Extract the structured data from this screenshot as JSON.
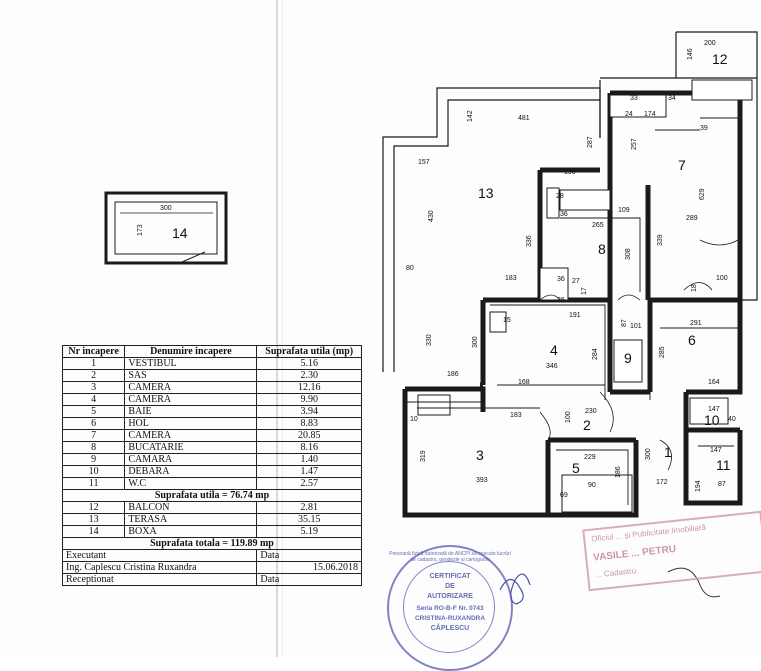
{
  "plan": {
    "rooms": [
      {
        "num": "1"
      },
      {
        "num": "2"
      },
      {
        "num": "3"
      },
      {
        "num": "4"
      },
      {
        "num": "5"
      },
      {
        "num": "6"
      },
      {
        "num": "7"
      },
      {
        "num": "8"
      },
      {
        "num": "9"
      },
      {
        "num": "10"
      },
      {
        "num": "11"
      },
      {
        "num": "12"
      },
      {
        "num": "13"
      },
      {
        "num": "14"
      }
    ],
    "dimensions": {
      "d481": "481",
      "d142": "142",
      "d257": "257",
      "d287": "287",
      "d157": "157",
      "d430": "430",
      "d80": "80",
      "d330": "330",
      "d190": "190",
      "d265": "265",
      "d109": "109",
      "d336": "336",
      "d308": "308",
      "d339": "339",
      "d183": "183",
      "d36": "36",
      "d26": "26",
      "d17": "17",
      "d191": "191",
      "d300": "300",
      "d346": "346",
      "d284": "284",
      "d168": "168",
      "d186": "186",
      "d101": "101",
      "d87": "87",
      "d285": "285",
      "d291": "291",
      "d164": "164",
      "d629": "629",
      "d289": "289",
      "d100": "100",
      "d18": "18",
      "d200": "200",
      "d146": "146",
      "d174": "174",
      "d24": "24",
      "d33": "33",
      "d34": "34",
      "d39": "39",
      "d319": "319",
      "d393": "393",
      "d183b": "183",
      "d100b": "100",
      "d230": "230",
      "d229": "229",
      "d186b": "186",
      "d90": "90",
      "d69": "69",
      "d300b": "300",
      "d172": "172",
      "d147": "147",
      "d40": "40",
      "d147b": "147",
      "d194": "194",
      "d87b": "87",
      "d10": "10",
      "d15": "15",
      "d300c": "300",
      "d173": "173",
      "d28": "28",
      "d27": "27",
      "d36b": "36"
    }
  },
  "table": {
    "headers": {
      "nr": "Nr incapere",
      "name": "Denumire incapere",
      "area": "Suprafata utila (mp)"
    },
    "rows": [
      {
        "nr": "1",
        "name": "VESTIBUL",
        "area": "5.16"
      },
      {
        "nr": "2",
        "name": "SAS",
        "area": "2.30"
      },
      {
        "nr": "3",
        "name": "CAMERA",
        "area": "12.16"
      },
      {
        "nr": "4",
        "name": "CAMERA",
        "area": "9.90"
      },
      {
        "nr": "5",
        "name": "BAIE",
        "area": "3.94"
      },
      {
        "nr": "6",
        "name": "HOL",
        "area": "8.83"
      },
      {
        "nr": "7",
        "name": "CAMERA",
        "area": "20.85"
      },
      {
        "nr": "8",
        "name": "BUCATARIE",
        "area": "8.16"
      },
      {
        "nr": "9",
        "name": "CAMARA",
        "area": "1.40"
      },
      {
        "nr": "10",
        "name": "DEBARA",
        "area": "1.47"
      },
      {
        "nr": "11",
        "name": "W.C",
        "area": "2.57"
      }
    ],
    "subtotal": "Suprafata utila = 76.74 mp",
    "extra_rows": [
      {
        "nr": "12",
        "name": "BALCON",
        "area": "2.81"
      },
      {
        "nr": "13",
        "name": "TERASA",
        "area": "35.15"
      },
      {
        "nr": "14",
        "name": "BOXA",
        "area": "5.19"
      }
    ],
    "total": "Suprafata totala = 119.89 mp",
    "footer": [
      {
        "label": "Executant",
        "value": "Data"
      },
      {
        "label": "Ing. Caplescu Cristina Ruxandra",
        "value": "15.06.2018"
      },
      {
        "label": "Receptionat",
        "value": "Data"
      }
    ]
  },
  "stamps": {
    "cert_ring": "Persoană fizică autorizată de ANCPI să execute lucrări de cadastru, geodezie și cartografie",
    "cert_l1": "CERTIFICAT",
    "cert_l2": "DE",
    "cert_l3": "AUTORIZARE",
    "cert_l4": "Seria RO-B-F Nr. 0743",
    "cert_l5": "CRISTINA-RUXANDRA",
    "cert_l6": "CĂPLESCU",
    "office_l1": "Oficiul ... și Publicitate Imobiliară",
    "office_l2": "VASILE ... PETRU",
    "office_l3": "... Cadastru"
  },
  "colors": {
    "ink": "#1a1a1a",
    "stamp_blue": "#4c52a8",
    "stamp_red": "#c27c8d"
  }
}
